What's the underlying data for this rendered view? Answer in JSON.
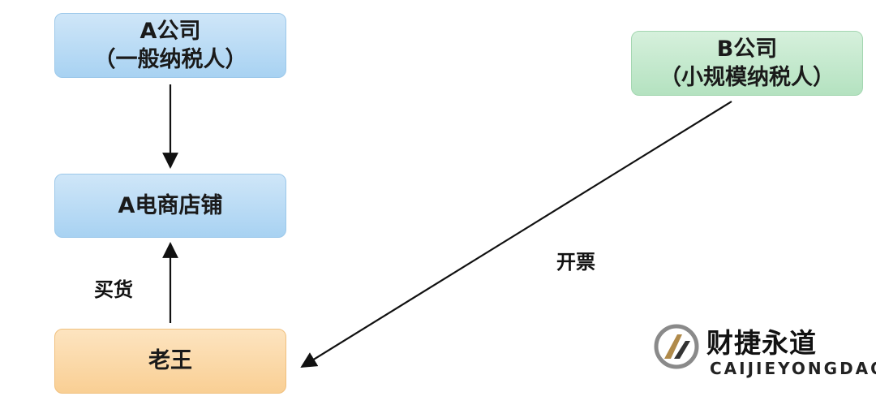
{
  "nodes": {
    "a_company": {
      "line1": "A公司",
      "line2": "（一般纳税人）"
    },
    "b_company": {
      "line1": "B公司",
      "line2": "（小规模纳税人）"
    },
    "a_shop": {
      "label": "A电商店铺"
    },
    "lao_wang": {
      "label": "老王"
    }
  },
  "edges": {
    "buy_label": "买货",
    "invoice_label": "开票"
  },
  "logo": {
    "cn": "财捷永道",
    "en": "CAIJIEYONGDAO"
  },
  "colors": {
    "blue_box": "#a8d2f2",
    "green_box": "#b4e2c0",
    "orange_box": "#f9cf94",
    "arrow": "#111111",
    "logo_accent": "#b08a4a"
  }
}
